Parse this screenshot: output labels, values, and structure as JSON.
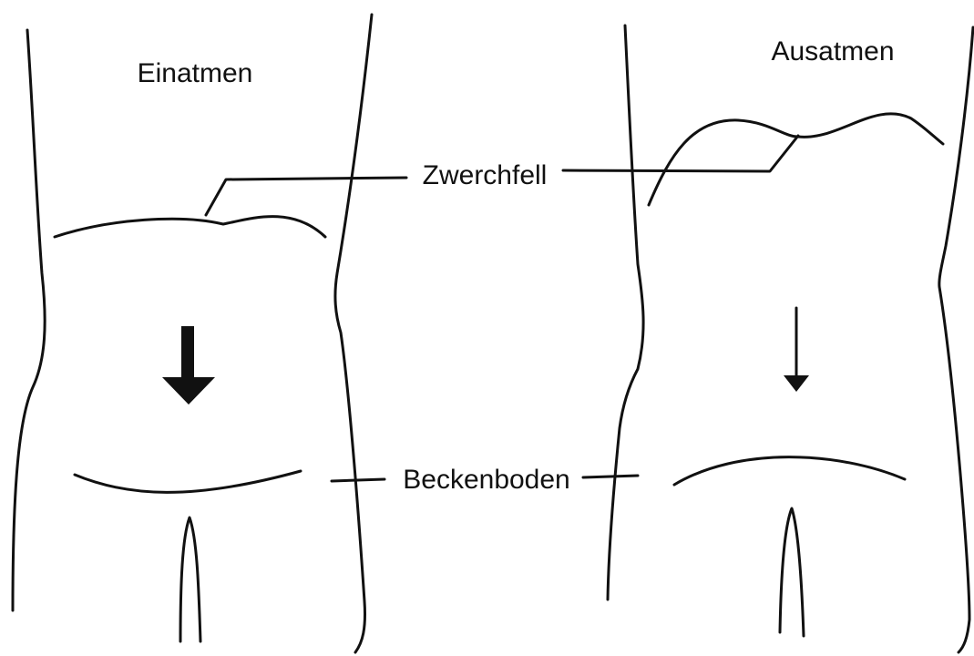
{
  "labels": {
    "inhale": "Einatmen",
    "exhale": "Ausatmen",
    "diaphragm": "Zwerchfell",
    "pelvic_floor": "Beckenboden"
  },
  "colors": {
    "line": "#111111",
    "background": "#ffffff"
  }
}
